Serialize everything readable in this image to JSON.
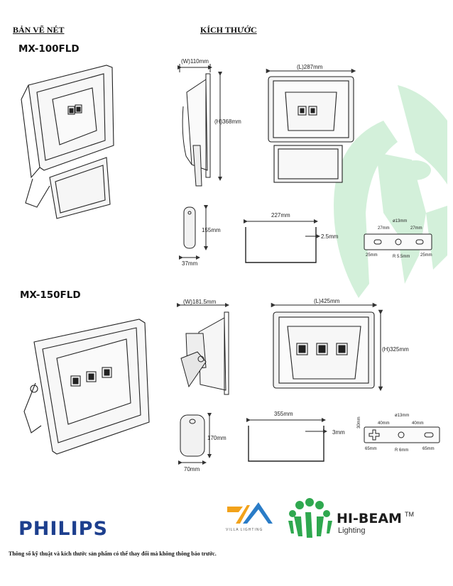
{
  "headers": {
    "drawing": "BẢN VẼ NÉT",
    "dimensions": "KÍCH THƯỚC"
  },
  "mx100": {
    "model": "MX-100FLD",
    "width": "(W)110mm",
    "height": "(H)368mm",
    "length": "(L)287mm",
    "bracket_height": "155mm",
    "bracket_width": "37mm",
    "bracket_length": "227mm",
    "thickness": "2.5mm",
    "hole_dia": "ø13mm",
    "hole_left": "27mm",
    "hole_right": "27mm",
    "edge_left": "25mm",
    "edge_right": "25mm",
    "radius": "R 5.5mm"
  },
  "mx150": {
    "model": "MX-150FLD",
    "width": "(W)181.5mm",
    "height": "(H)325mm",
    "length": "(L)425mm",
    "bracket_height": "170mm",
    "bracket_width": "70mm",
    "bracket_length": "355mm",
    "thickness": "3mm",
    "hole_dia": "ø13mm",
    "hole_left": "40mm",
    "hole_right": "40mm",
    "side": "30mm",
    "edge_left": "65mm",
    "edge_right": "65mm",
    "radius": "R 6mm"
  },
  "logos": {
    "philips": "PHILIPS",
    "villa": "VILLA LIGHTING",
    "hibeam": "HI-BEAM",
    "hibeam_tm": "TM",
    "hibeam_sub": "Lighting"
  },
  "footnote": "Thông số kỹ thuật và kích thước sản phẩm có thể thay đổi mà không thông báo trước.",
  "colors": {
    "philips_blue": "#1d3f8e",
    "watermark_green": "#cdeed5",
    "logo_green": "#2fa84f"
  }
}
